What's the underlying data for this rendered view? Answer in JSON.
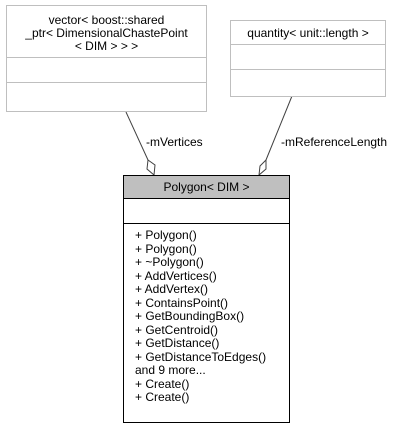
{
  "diagram": {
    "main_class": {
      "title": "Polygon< DIM >",
      "members": [
        "+ Polygon()",
        "+ Polygon()",
        "+ ~Polygon()",
        "+ AddVertices()",
        "+ AddVertex()",
        "+ ContainsPoint()",
        "+ GetBoundingBox()",
        "+ GetCentroid()",
        "+ GetDistance()",
        "+ GetDistanceToEdges()",
        "and 9 more...",
        "+ Create()",
        "+ Create()"
      ]
    },
    "vertices_class": {
      "title_lines": [
        "vector< boost::shared",
        "_ptr< DimensionalChastePoint",
        "< DIM > > >"
      ]
    },
    "length_class": {
      "title": "quantity< unit::length >"
    },
    "edges": {
      "vertices_label": "-mVertices",
      "length_label": "-mReferenceLength"
    },
    "colors": {
      "main_header": "#bfbfbf",
      "main_border": "#000000",
      "other_border": "#bfbfbf",
      "edge": "#404040"
    }
  }
}
